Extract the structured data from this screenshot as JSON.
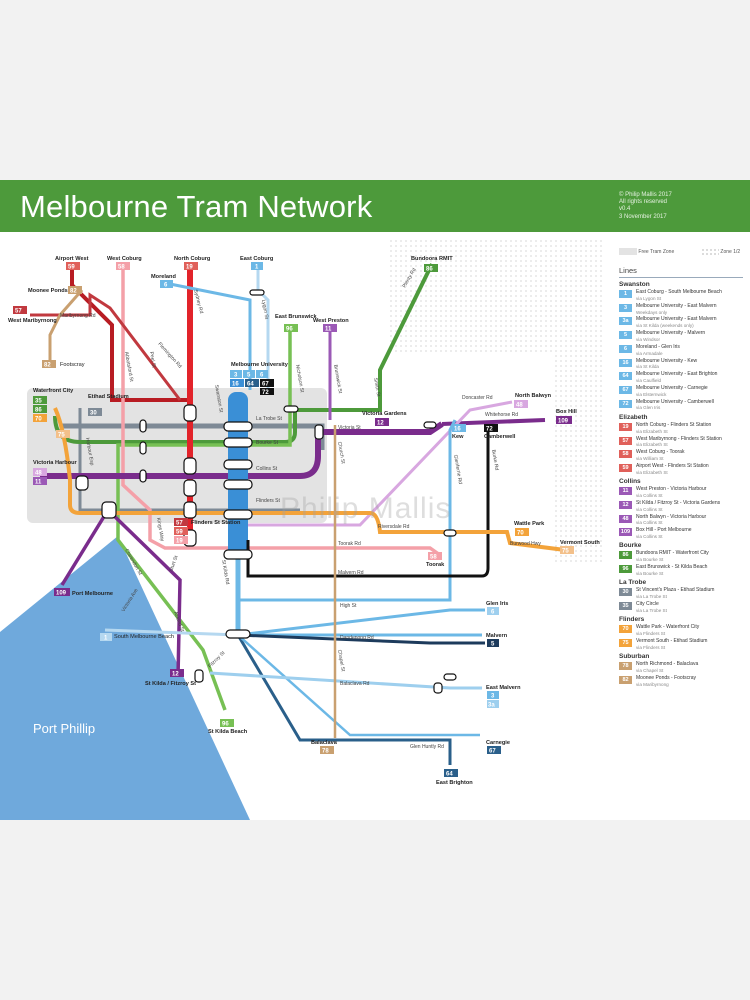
{
  "header": {
    "title": "Melbourne Tram Network",
    "meta": [
      "© Philip Mallis 2017",
      "All rights reserved",
      "v0.4",
      "3 November 2017"
    ]
  },
  "zones": {
    "free": "Free Tram Zone",
    "zone12": "Zone 1/2"
  },
  "water": {
    "label": "Port Phillip"
  },
  "watermark": "Philip Mallis",
  "colors": {
    "green": "#4d9a3b",
    "red": "#e2232a",
    "blue": "#6cb8e6",
    "purple": "#7a2c8c",
    "pink": "#f4a0a8",
    "orange": "#f3a33a",
    "black": "#111111",
    "grey": "#8a8f96"
  },
  "stations": {
    "airport_west": "Airport West",
    "west_coburg": "West Coburg",
    "north_coburg": "North Coburg",
    "east_coburg": "East Coburg",
    "moreland": "Moreland",
    "moonee_ponds": "Moonee Ponds",
    "west_maribyrnong": "West Maribyrnong",
    "footscray": "Footscray",
    "east_brunswick": "East Brunswick",
    "west_preston": "West Preston",
    "bundoora": "Bundoora RMIT",
    "melbourne_university": "Melbourne University",
    "waterfront_city": "Waterfront City",
    "etihad": "Etihad Stadium",
    "victoria_harbour": "Victoria Harbour",
    "victoria_gardens": "Victoria Gardens",
    "north_balwyn": "North Balwyn",
    "kew": "Kew",
    "box_hill": "Box Hill",
    "camberwell": "Camberwell",
    "wattle_park": "Wattle Park",
    "vermont_south": "Vermont South",
    "toorak": "Toorak",
    "flinders_st": "Flinders St Station",
    "port_melbourne": "Port Melbourne",
    "south_melbourne_beach": "South Melbourne Beach",
    "st_kilda_fitzroy": "St Kilda / Fitzroy St",
    "st_kilda_beach": "St Kilda Beach",
    "glen_iris": "Glen Iris",
    "malvern": "Malvern",
    "east_malvern": "East Malvern",
    "carnegie": "Carnegie",
    "balaclava": "Balaclava",
    "east_brighton": "East Brighton"
  },
  "roads": {
    "maribyrnong": "Maribyrnong Rd",
    "sydney": "Sydney Rd",
    "lygon": "Lygon St",
    "flemington": "Flemington Rd",
    "abbotsford": "Abbotsford St",
    "peel": "Peel St",
    "swanston": "Swanston St",
    "nicholson": "Nicholson St",
    "brunswick": "Brunswick St",
    "smith": "Smith St",
    "plenty": "Plenty Rd",
    "latrobe": "La Trobe St",
    "bourke": "Bourke St",
    "collins": "Collins St",
    "flinders": "Flinders St",
    "victoria": "Victoria St",
    "doncaster": "Doncaster Rd",
    "whitehorse": "Whitehorse Rd",
    "church": "Church St",
    "glenferrie": "Glenferrie Rd",
    "burke": "Burke Rd",
    "riversdale": "Riversdale Rd",
    "toorak": "Toorak Rd",
    "burwood": "Burwood Hwy",
    "malvern": "Malvern Rd",
    "high": "High St",
    "dandenong": "Dandenong Rd",
    "balaclava": "Balaclava Rd",
    "glen_huntly": "Glen Huntly Rd",
    "chapel": "Chapel St",
    "harbour": "Harbour Esp",
    "kings": "Kings Way",
    "clarendon": "Clarendon St",
    "stkilda": "St Kilda Rd",
    "sturt": "Sturt St",
    "victoria_ave": "Victoria Ave",
    "fitzroy": "Fitzroy St",
    "acland": "Acland St"
  },
  "badges": {
    "r59": "59",
    "r58": "58",
    "r19": "19",
    "r1": "1",
    "r6": "6",
    "r82": "82",
    "r57": "57",
    "r82b": "82",
    "r96": "96",
    "r11": "11",
    "r86": "86",
    "r3": "3",
    "r5": "5",
    "r6b": "6",
    "r16": "16",
    "r64": "64",
    "r67": "67",
    "r72": "72",
    "r35": "35",
    "r86b": "86",
    "r70": "70",
    "r30": "30",
    "r75": "75",
    "r48": "48",
    "r11b": "11",
    "r12": "12",
    "r48b": "48",
    "r109": "109",
    "r16b": "16",
    "r72b": "72",
    "r70b": "70",
    "r75b": "75",
    "r58b": "58",
    "r57b": "57",
    "r59b": "59",
    "r19b": "19",
    "r109b": "109",
    "r1b": "1",
    "r12b": "12",
    "r96b": "96",
    "r6c": "6",
    "r5b": "5",
    "r3b": "3",
    "r3a": "3a",
    "r67b": "67",
    "r78": "78",
    "r64b": "64"
  },
  "legend": {
    "heading": "Lines",
    "groups": [
      {
        "name": "Swanston",
        "items": [
          {
            "num": "1",
            "color": "#6cb8e6",
            "route": "East Coburg - South Melbourne Beach",
            "via": "via Lygon St"
          },
          {
            "num": "3",
            "color": "#6cb8e6",
            "route": "Melbourne University - East Malvern",
            "via": "Weekdays only"
          },
          {
            "num": "3a",
            "color": "#6cb8e6",
            "route": "Melbourne University - East Malvern",
            "via": "via St Kilda (weekends only)"
          },
          {
            "num": "5",
            "color": "#6cb8e6",
            "route": "Melbourne University - Malvern",
            "via": "via Windsor"
          },
          {
            "num": "6",
            "color": "#6cb8e6",
            "route": "Moreland - Glen Iris",
            "via": "via Armadale"
          },
          {
            "num": "16",
            "color": "#6cb8e6",
            "route": "Melbourne University - Kew",
            "via": "via St Kilda"
          },
          {
            "num": "64",
            "color": "#6cb8e6",
            "route": "Melbourne University - East Brighton",
            "via": "via Caulfield"
          },
          {
            "num": "67",
            "color": "#6cb8e6",
            "route": "Melbourne University - Carnegie",
            "via": "via Elsternwick"
          },
          {
            "num": "72",
            "color": "#6cb8e6",
            "route": "Melbourne University - Camberwell",
            "via": "via Glen Iris"
          }
        ]
      },
      {
        "name": "Elizabeth",
        "items": [
          {
            "num": "19",
            "color": "#e0605a",
            "route": "North Coburg - Flinders St Station",
            "via": "via Elizabeth St"
          },
          {
            "num": "57",
            "color": "#e0605a",
            "route": "West Maribyrnong - Flinders St Station",
            "via": "via Elizabeth St"
          },
          {
            "num": "58",
            "color": "#e0605a",
            "route": "West Coburg - Toorak",
            "via": "via William St"
          },
          {
            "num": "59",
            "color": "#e0605a",
            "route": "Airport West - Flinders St Station",
            "via": "via Elizabeth St"
          }
        ]
      },
      {
        "name": "Collins",
        "items": [
          {
            "num": "11",
            "color": "#9b59b6",
            "route": "West Preston - Victoria Harbour",
            "via": "via Collins St"
          },
          {
            "num": "12",
            "color": "#9b59b6",
            "route": "St Kilda / Fitzroy St - Victoria Gardens",
            "via": "via Collins St"
          },
          {
            "num": "48",
            "color": "#9b59b6",
            "route": "North Balwyn - Victoria Harbour",
            "via": "via Collins St"
          },
          {
            "num": "109",
            "color": "#9b59b6",
            "route": "Box Hill - Port Melbourne",
            "via": "via Collins St"
          }
        ]
      },
      {
        "name": "Bourke",
        "items": [
          {
            "num": "86",
            "color": "#4d9a3b",
            "route": "Bundoora RMIT - Waterfront City",
            "via": "via Bourke St"
          },
          {
            "num": "96",
            "color": "#4d9a3b",
            "route": "East Brunswick - St Kilda Beach",
            "via": "via Bourke St"
          }
        ]
      },
      {
        "name": "La Trobe",
        "items": [
          {
            "num": "30",
            "color": "#7e8a96",
            "route": "St Vincent's Plaza - Etihad Stadium",
            "via": "via La Trobe St"
          },
          {
            "num": "35",
            "color": "#7e8a96",
            "route": "City Circle",
            "via": "via La Trobe St"
          }
        ]
      },
      {
        "name": "Flinders",
        "items": [
          {
            "num": "70",
            "color": "#f3a33a",
            "route": "Wattle Park - Waterfront City",
            "via": "via Flinders St"
          },
          {
            "num": "75",
            "color": "#f3a33a",
            "route": "Vermont South - Etihad Stadium",
            "via": "via Flinders St"
          }
        ]
      },
      {
        "name": "Suburban",
        "items": [
          {
            "num": "78",
            "color": "#c9a070",
            "route": "North Richmond - Balaclava",
            "via": "via Chapel St"
          },
          {
            "num": "82",
            "color": "#c9a070",
            "route": "Moonee Ponds - Footscray",
            "via": "via Maribyrnong"
          }
        ]
      }
    ]
  }
}
